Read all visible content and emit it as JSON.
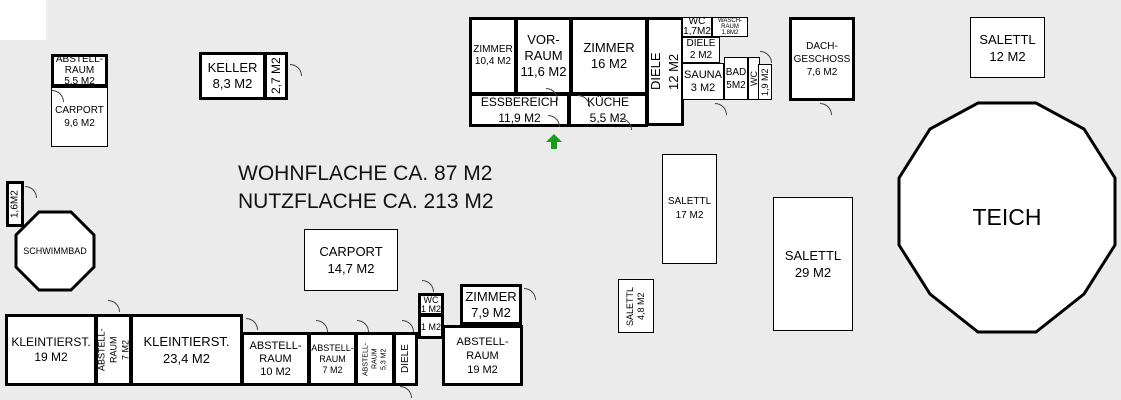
{
  "summary": {
    "wohnflaeche": "WOHNFLACHE CA. 87 M2",
    "nutzflaeche": "NUTZFLACHE CA. 213 M2"
  },
  "colors": {
    "background": "#ebebeb",
    "room_fill": "#ffffff",
    "walls": "#000000",
    "entrance_arrow": "#1a9e1a"
  },
  "icons": {
    "entrance": "green-arrow-up-icon",
    "doors": "door-swing-arc-icon"
  },
  "rooms": {
    "abstellraum_1": [
      "ABSTELL-",
      "RAUM",
      "5,5 M2"
    ],
    "carport_small": [
      "CARPORT",
      "9,6 M2"
    ],
    "keller": [
      "KELLER",
      "8,3 M2"
    ],
    "keller_side": [
      "2,7 M2"
    ],
    "zimmer_10": [
      "ZIMMER",
      "10,4 M2"
    ],
    "vorraum": [
      "VOR-",
      "RAUM",
      "11,6 M2"
    ],
    "zimmer_16": [
      "ZIMMER",
      "16 M2"
    ],
    "diele_12": [
      "DIELE",
      "12 M2"
    ],
    "wc_top": [
      "WC",
      "1,7M2"
    ],
    "waschraum": [
      "WASCH-",
      "RAUM",
      "1,8M2"
    ],
    "diele_2": [
      "DIELE",
      "2 M2"
    ],
    "sauna": [
      "SAUNA",
      "3 M2"
    ],
    "bad": [
      "BAD",
      "5M2"
    ],
    "wc_side": [
      "WC"
    ],
    "small_19": [
      "1,9 M2"
    ],
    "essbereich": [
      "ESSBEREICH",
      "11,9 M2"
    ],
    "kueche": [
      "KÜCHE",
      "5,5 M2"
    ],
    "dachgeschoss": [
      "DACH-",
      "GESCHOSS",
      "7,6 M2"
    ],
    "salettl_12": [
      "SALETTL",
      "12 M2"
    ],
    "small_16": [
      "1,6M2"
    ],
    "schwimmbad": [
      "SCHWIMMBAD"
    ],
    "carport_big": [
      "CARPORT",
      "14,7 M2"
    ],
    "salettl_17": [
      "SALETTL",
      "17 M2"
    ],
    "salettl_29": [
      "SALETTL",
      "29 M2"
    ],
    "teich": [
      "TEICH"
    ],
    "salettl_48": [
      "SALETTL",
      "4,8 M2"
    ],
    "wc_bottom": [
      "WC",
      "1 M2"
    ],
    "small_1": [
      "1 M2"
    ],
    "zimmer_79": [
      "ZIMMER",
      "7,9 M2"
    ],
    "kleintierst_19": [
      "KLEINTIERST.",
      "19 M2"
    ],
    "abstellraum_7v": [
      "ABSTELL-",
      "RAUM",
      "7 M2"
    ],
    "kleintierst_23": [
      "KLEINTIERST.",
      "23,4 M2"
    ],
    "abstellraum_10": [
      "ABSTELL-",
      "RAUM",
      "10 M2"
    ],
    "abstellraum_7": [
      "ABSTELL-",
      "RAUM",
      "7 M2"
    ],
    "abstellraum_53": [
      "ABSTELL-",
      "RAUM",
      "5,3 M2"
    ],
    "diele_bottom": [
      "DIELE"
    ],
    "abstellraum_19": [
      "ABSTELL-",
      "RAUM",
      "19 M2"
    ]
  }
}
